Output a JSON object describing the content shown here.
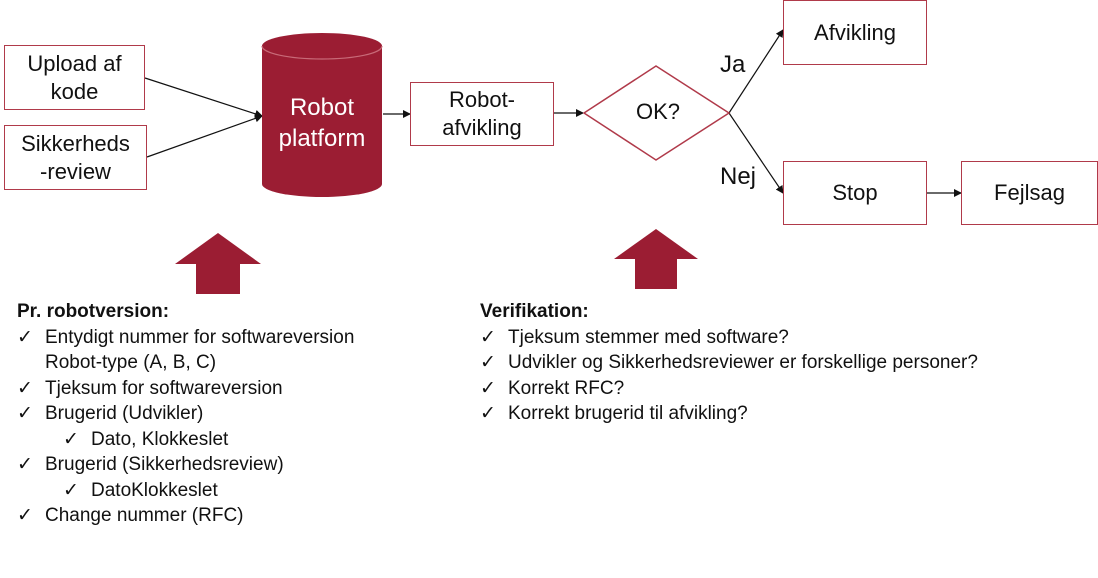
{
  "nodes": {
    "upload": "Upload af\nkode",
    "review": "Sikkerheds\n-review",
    "platform": "Robot\nplatform",
    "robot_run": "Robot-\nafvikling",
    "ok": "OK?",
    "afvikling": "Afvikling",
    "stop": "Stop",
    "fejlsag": "Fejlsag"
  },
  "edges": {
    "yes": "Ja",
    "no": "Nej"
  },
  "colors": {
    "accent": "#9b1d33",
    "border": "#b03a4a"
  },
  "left_list": {
    "title": "Pr. robotversion:",
    "items": [
      "Entydigt nummer for softwareversion",
      "Robot-type (A, B, C)",
      "Tjeksum for softwareversion",
      "Brugerid (Udvikler)",
      "Dato, Klokkeslet",
      "Brugerid (Sikkerhedsreview)",
      "DatoKlokkeslet",
      "Change nummer (RFC)"
    ]
  },
  "right_list": {
    "title": "Verifikation:",
    "items": [
      "Tjeksum stemmer med software?",
      "Udvikler og Sikkerhedsreviewer er forskellige personer?",
      "Korrekt RFC?",
      "Korrekt brugerid til afvikling?"
    ]
  }
}
